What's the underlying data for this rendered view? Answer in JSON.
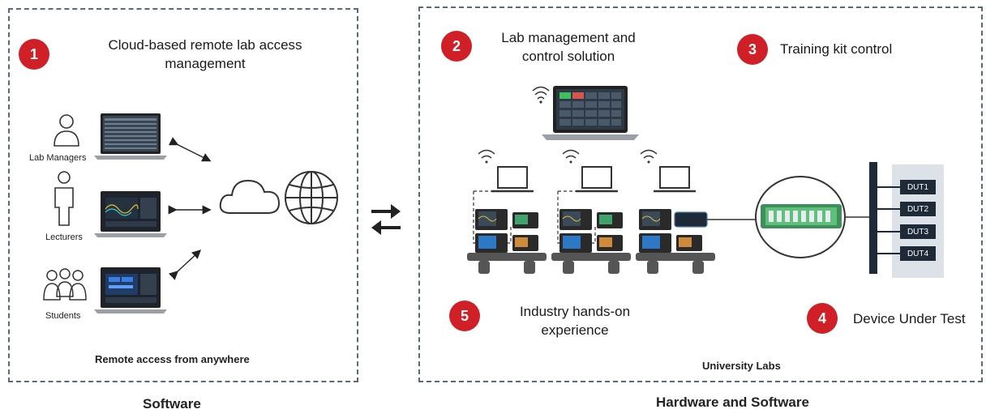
{
  "software_panel": {
    "badge": "1",
    "heading": "Cloud-based remote lab access management",
    "roles": [
      "Lab Managers",
      "Lecturers",
      "Students"
    ],
    "footer": "Remote access from anywhere"
  },
  "hardware_panel": {
    "badges": [
      {
        "num": "2",
        "text": "Lab management and control solution"
      },
      {
        "num": "3",
        "text": "Training kit control"
      },
      {
        "num": "4",
        "text": "Device Under Test"
      },
      {
        "num": "5",
        "text": "Industry hands-on experience"
      }
    ],
    "duts": [
      "DUT1",
      "DUT2",
      "DUT3",
      "DUT4"
    ],
    "footer": "University Labs"
  },
  "captions": {
    "left": "Software",
    "right": "Hardware and Software"
  },
  "colors": {
    "badge": "#d01f26",
    "border": "#5a6a7a",
    "dut_bg": "#1e2a38",
    "dut_panel": "#dde2e8"
  }
}
